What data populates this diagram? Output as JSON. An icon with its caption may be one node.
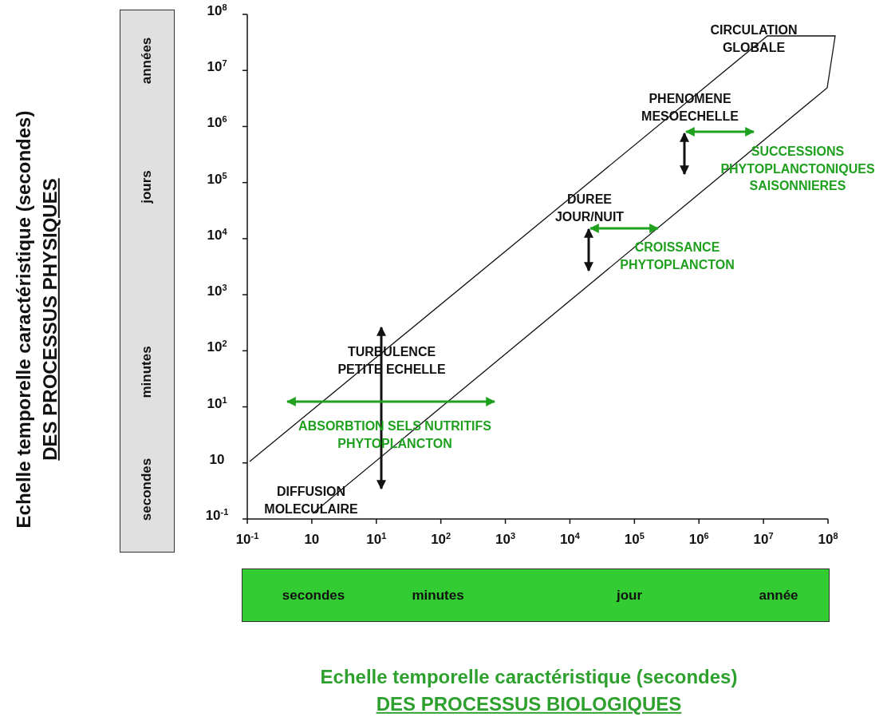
{
  "diagram": {
    "nodes": [
      {
        "text": [
          "années",
          "jours",
          "minutes",
          "secondes"
        ]
      },
      {
        "text": [
          "secondes",
          "minutes",
          "jour",
          "année"
        ]
      }
    ],
    "labels": [
      "Echelle temporelle caractéristique (secondes)",
      "DES PROCESSUS PHYSIQUES",
      "10$^{8}$",
      "10$^{7}$",
      "10$^{6}$",
      "10$^{5}$",
      "10$^{4}$",
      "10$^{3}$",
      "10$^{2}$",
      "10$^{1}$",
      "10",
      "10$^{-1}$",
      "CIRCULATION GLOBALE",
      "PHENOMENE MESOECHELLE",
      "SUCCESSIONS PHYTOPLANCTONIQUES SAISONNIERES",
      "DUREE JOUR/NUIT",
      "CROISSANCE PHYTOPLANCTON",
      "TURBULENCE PETITE ECHELLE",
      "ABSORBTION SELS NUTRITIFS PHYTOPLANCTON",
      "DIFFUSION MOLECULAIRE",
      "10$^{-1}$",
      "10",
      "10$^{1}$",
      "10$^{2}$",
      "10$^{3}$",
      "10$^{4}$",
      "10$^{5}$",
      "10$^{6}$",
      "10$^{7}$",
      "10$^{8}$",
      "Echelle temporelle caractéristique (secondes)",
      "DES PROCESSUS BIOLOGIQUES"
    ]
  }
}
